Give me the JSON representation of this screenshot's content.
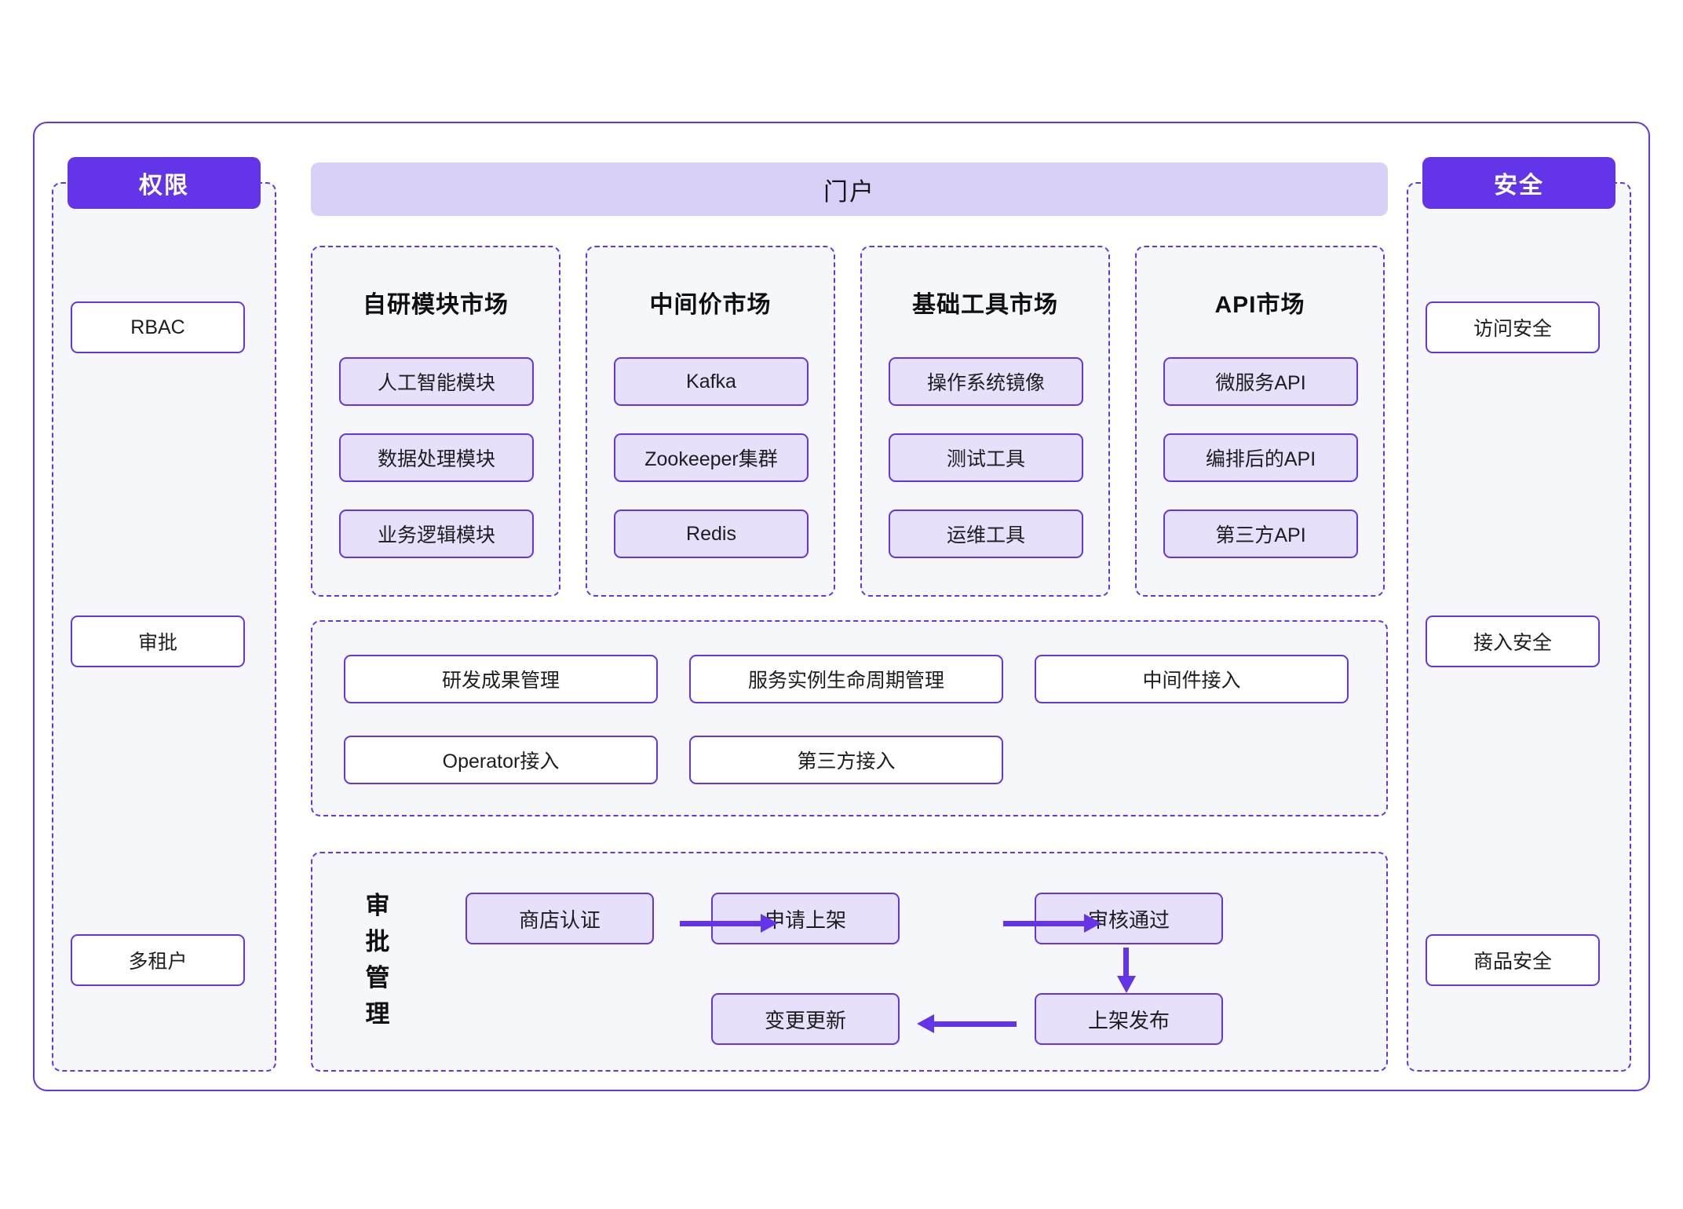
{
  "permission": {
    "header": "权限",
    "items": [
      {
        "label": "RBAC"
      },
      {
        "label": "审批"
      },
      {
        "label": "多租户"
      }
    ]
  },
  "security": {
    "header": "安全",
    "items": [
      {
        "label": "访问安全"
      },
      {
        "label": "接入安全"
      },
      {
        "label": "商品安全"
      }
    ]
  },
  "portal": {
    "title": "门户"
  },
  "markets": [
    {
      "title": "自研模块市场",
      "items": [
        {
          "label": "人工智能模块"
        },
        {
          "label": "数据处理模块"
        },
        {
          "label": "业务逻辑模块"
        }
      ]
    },
    {
      "title": "中间价市场",
      "items": [
        {
          "label": "Kafka"
        },
        {
          "label": "Zookeeper集群"
        },
        {
          "label": "Redis"
        }
      ]
    },
    {
      "title": "基础工具市场",
      "items": [
        {
          "label": "操作系统镜像"
        },
        {
          "label": "测试工具"
        },
        {
          "label": "运维工具"
        }
      ]
    },
    {
      "title": "API市场",
      "items": [
        {
          "label": "微服务API"
        },
        {
          "label": "编排后的API"
        },
        {
          "label": "第三方API"
        }
      ]
    }
  ],
  "capabilities": {
    "row1": [
      {
        "label": "研发成果管理"
      },
      {
        "label": "服务实例生命周期管理"
      },
      {
        "label": "中间件接入"
      }
    ],
    "row2": [
      {
        "label": "Operator接入"
      },
      {
        "label": "第三方接入"
      }
    ]
  },
  "approval": {
    "label_chars": [
      "审",
      "批",
      "管",
      "理"
    ],
    "nodes": [
      {
        "label": "商店认证"
      },
      {
        "label": "申请上架"
      },
      {
        "label": "审核通过"
      },
      {
        "label": "上架发布"
      },
      {
        "label": "变更更新"
      }
    ],
    "flow": [
      {
        "from": "商店认证",
        "to": "申请上架",
        "direction": "right"
      },
      {
        "from": "申请上架",
        "to": "审核通过",
        "direction": "right"
      },
      {
        "from": "审核通过",
        "to": "上架发布",
        "direction": "down"
      },
      {
        "from": "上架发布",
        "to": "变更更新",
        "direction": "left"
      }
    ]
  },
  "colors": {
    "accent": "#6435e8",
    "portal_bg": "#d9d0f7",
    "item_bg": "#e6e0fa",
    "panel_bg": "#f6f7fa",
    "white": "#ffffff",
    "text": "#1d1d1f"
  }
}
